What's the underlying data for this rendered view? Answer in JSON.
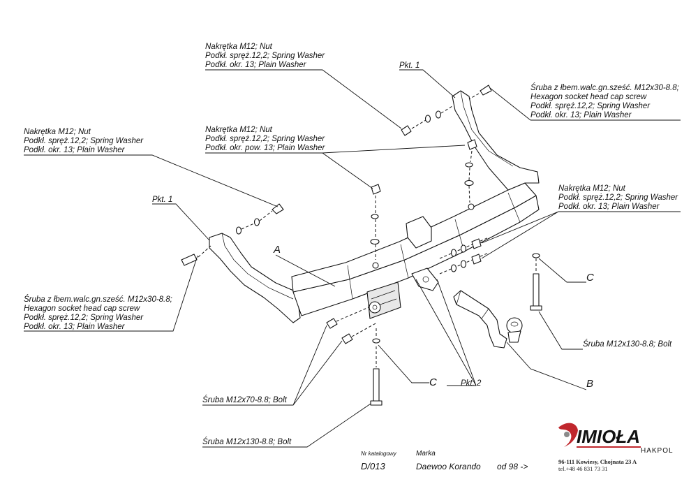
{
  "labels": {
    "nut_top": [
      "Nakrętka M12; Nut",
      "Podkł. spręż.12,2; Spring Washer",
      "Podkł. okr. 13; Plain Washer"
    ],
    "nut_left": [
      "Nakrętka M12; Nut",
      "Podkł. spręż.12,2; Spring Washer",
      "Podkł. okr. 13; Plain Washer"
    ],
    "nut_mid": [
      "Nakrętka M12; Nut",
      "Podkł. spręż.12,2; Spring Washer",
      "Podkł. okr. pow. 13; Plain Washer"
    ],
    "nut_right": [
      "Nakrętka M12; Nut",
      "Podkł. spręż.12,2; Spring Washer",
      "Podkł. okr. 13; Plain Washer"
    ],
    "screw_right": [
      "Śruba z łbem.walc.gn.sześć. M12x30-8.8;",
      "Hexagon socket head cap screw",
      "Podkł. spręż.12,2; Spring Washer",
      "Podkł. okr. 13; Plain Washer"
    ],
    "screw_left": [
      "Śruba z łbem.walc.gn.sześć. M12x30-8.8;",
      "Hexagon socket head cap screw",
      "Podkł. spręż.12,2; Spring Washer",
      "Podkł. okr. 13; Plain Washer"
    ],
    "pkt1_left": "Pkt. 1",
    "pkt1_top": "Pkt. 1",
    "pkt2": "Pkt. 2",
    "a": "A",
    "b": "B",
    "c_right": "C",
    "c_bottom": "C",
    "bolt_right": "Śruba M12x130-8.8; Bolt",
    "bolt_70": "Śruba M12x70-8.8; Bolt",
    "bolt_130_bottom": "Śruba M12x130-8.8; Bolt"
  },
  "title_block": {
    "catalog_header": "Nr katalogowy",
    "make_header": "Marka",
    "catalog_no": "D/013",
    "make": "Daewoo Korando",
    "from": "od 98 ->"
  },
  "logo": {
    "brand": "IMIOŁA",
    "sub": "HAKPOL",
    "address": "96-111 Kowiesy, Chojnata 23 A",
    "phone": "tel.+48 46 831 73 31",
    "color": "#c0272d"
  }
}
